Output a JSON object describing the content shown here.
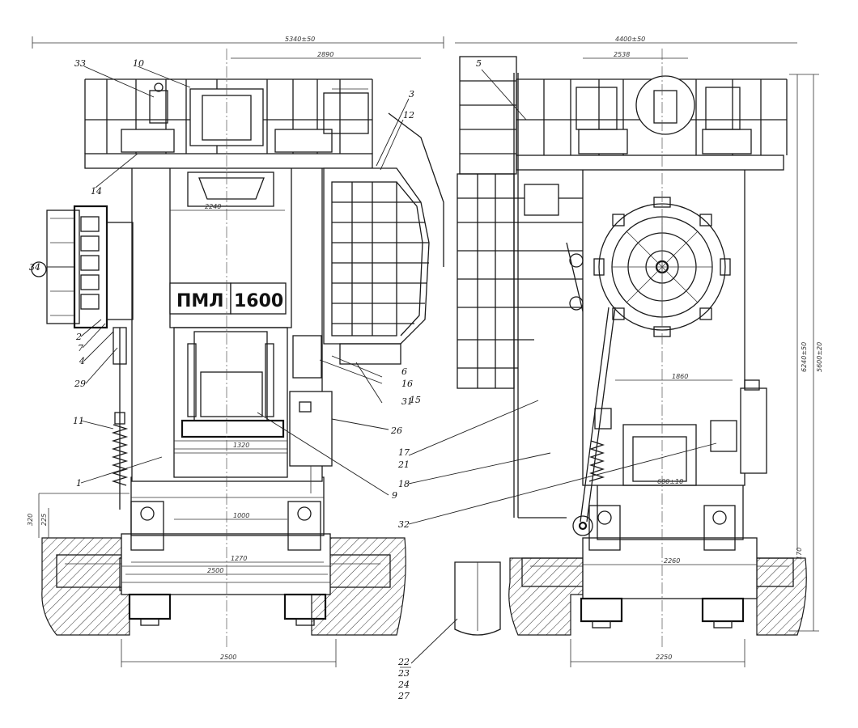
{
  "nameplate": {
    "logo": "ПМЛ",
    "model": "1600"
  },
  "front_callouts": [
    "33",
    "10",
    "3",
    "12",
    "14",
    "34",
    "2",
    "7",
    "4",
    "29",
    "11",
    "1",
    "6",
    "16",
    "31",
    "15",
    "26",
    "9"
  ],
  "side_callouts": [
    "5",
    "17",
    "21",
    "18",
    "32"
  ],
  "bottom_callouts": [
    "22",
    "23",
    "24",
    "27"
  ],
  "dimensions": {
    "front_overall_width": "5340±50",
    "front_top": "2890",
    "front_upper": "2240",
    "front_mid": "1320",
    "front_lower": "1000",
    "front_bed": "1270",
    "front_foundation": "2500",
    "front_base": "2500",
    "front_left_a": "320",
    "front_left_b": "225",
    "side_overall_width": "4400±50",
    "side_top": "2538",
    "side_mid": "1860",
    "side_bed": "2260",
    "side_base": "2250",
    "side_right_a": "6240±50",
    "side_right_b": "5600±20",
    "side_right_c": "170",
    "shaft_label": "600±10"
  }
}
